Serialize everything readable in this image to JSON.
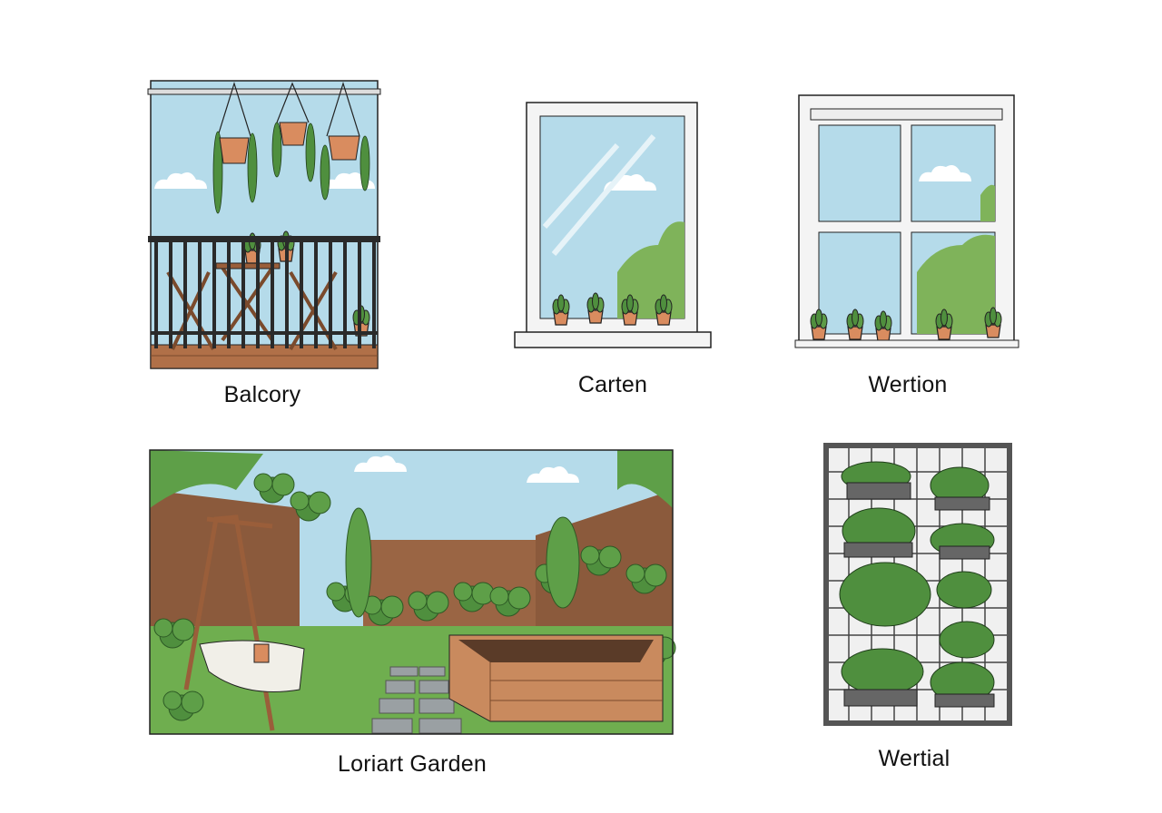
{
  "panels": [
    {
      "id": "balcony",
      "label": "Balcory"
    },
    {
      "id": "window-sill",
      "label": "Carten"
    },
    {
      "id": "four-pane-window",
      "label": "Wertion"
    },
    {
      "id": "backyard",
      "label": "Loriart Garden"
    },
    {
      "id": "vertical-wall",
      "label": "Wertial"
    }
  ],
  "colors": {
    "sky": "#b5dbea",
    "leaf": "#4f8f3e",
    "leaf_light": "#7fb35a",
    "pot": "#d98c5f",
    "wood": "#9a5e3a",
    "outline": "#222222"
  }
}
